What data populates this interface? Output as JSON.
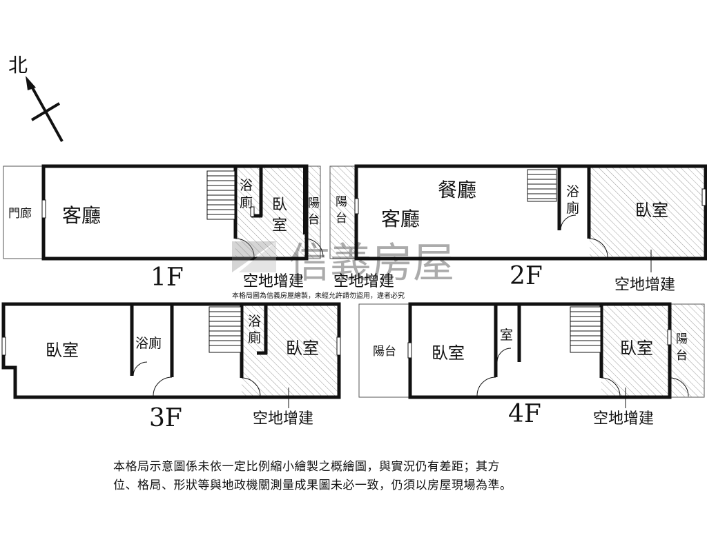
{
  "compass": {
    "label": "北"
  },
  "floors": [
    {
      "label": "1F",
      "rooms": {
        "porch": "門廊",
        "living": "客廳",
        "bath": [
          "浴",
          "廁"
        ],
        "bedroom": [
          "臥",
          "室"
        ],
        "balcony": [
          "陽",
          "台"
        ]
      },
      "annex": "空地增建"
    },
    {
      "label": "2F",
      "rooms": {
        "balcony": [
          "陽",
          "台"
        ],
        "living": "客廳",
        "dining": "餐廳",
        "bath": [
          "浴",
          "廁"
        ],
        "bedroom": "臥室"
      },
      "annex_left": "空地增建",
      "annex_right": "空地增建"
    },
    {
      "label": "3F",
      "rooms": {
        "bedroom_left": "臥室",
        "bath_left": "浴廁",
        "bath_right": [
          "浴",
          "廁"
        ],
        "bedroom_right": "臥室"
      },
      "annex": "空地增建"
    },
    {
      "label": "4F",
      "rooms": {
        "balcony_left": "陽台",
        "bedroom_left": "臥室",
        "small_room": "室",
        "bedroom_right": "臥室",
        "balcony_right": [
          "陽",
          "台"
        ]
      },
      "annex": "空地增建"
    }
  ],
  "watermark": {
    "brand": "信義房屋",
    "caption": "本格局圖為信義房屋繪製，未經允許請勿盜用，違者必究"
  },
  "disclaimer": {
    "line1": "本格局示意圖係未依一定比例縮小繪製之概繪圖，與實況仍有差距；其方",
    "line2": "位、格局、形狀等與地政機關測量成果圖未必一致，仍須以房屋現場為準。"
  }
}
